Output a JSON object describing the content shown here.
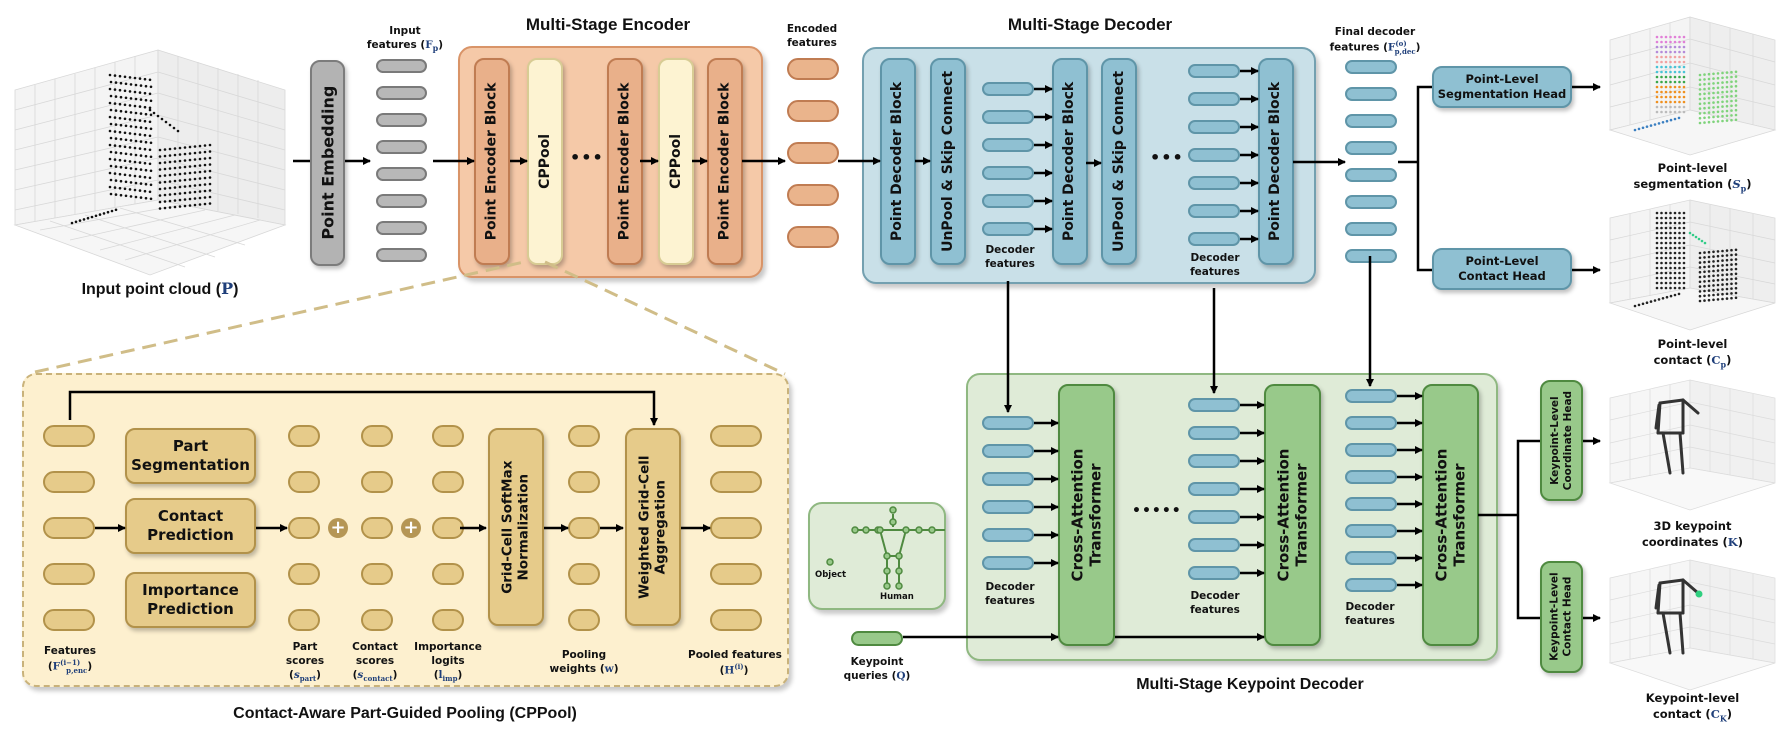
{
  "input": {
    "caption": "Input point cloud (",
    "caption_sym": "P",
    "caption_end": ")"
  },
  "point_embedding": {
    "label": "Point Embedding"
  },
  "input_features": {
    "line1": "Input",
    "line2": "features (",
    "sym": "F",
    "sub": "p",
    "end": ")"
  },
  "encoder": {
    "title": "Multi-Stage Encoder",
    "blocks": [
      {
        "label": "Point Encoder Block",
        "type": "encoder"
      },
      {
        "label": "CPPool",
        "type": "pool"
      },
      {
        "label": "Point Encoder Block",
        "type": "encoder"
      },
      {
        "label": "CPPool",
        "type": "pool"
      },
      {
        "label": "Point Encoder Block",
        "type": "encoder"
      }
    ],
    "ellipsis": "•••"
  },
  "encoded_features": {
    "line1": "Encoded",
    "line2": "features"
  },
  "decoder": {
    "title": "Multi-Stage Decoder",
    "blocks": [
      {
        "label": "Point Decoder Block"
      },
      {
        "label": "UnPool & Skip Connect"
      },
      {
        "label": "Point Decoder Block"
      },
      {
        "label": "UnPool & Skip Connect"
      },
      {
        "label": "Point Decoder Block"
      }
    ],
    "features_label_1": "Decoder",
    "features_label_2": "features",
    "ellipsis": "•••"
  },
  "final_features": {
    "line1": "Final decoder",
    "line2": "features (",
    "sym": "F",
    "sup": "(o)",
    "sub": "p,dec",
    "end": ")"
  },
  "heads": {
    "segmentation": {
      "line1": "Point-Level",
      "line2": "Segmentation Head"
    },
    "contact": {
      "line1": "Point-Level",
      "line2": "Contact Head"
    },
    "kp_coord": {
      "line1": "Keypoint-Level",
      "line2": "Coordinate Head"
    },
    "kp_contact": {
      "line1": "Keypoint-Level",
      "line2": "Contact Head"
    }
  },
  "outputs": {
    "segmentation": {
      "line1": "Point-level",
      "line2": "segmentation (",
      "sym": "S",
      "sub": "p",
      "end": ")"
    },
    "contact": {
      "line1": "Point-level",
      "line2": "contact (",
      "sym": "C",
      "sub": "p",
      "end": ")"
    },
    "keypoints": {
      "line1": "3D keypoint",
      "line2": "coordinates (",
      "sym": "K",
      "end": ")"
    },
    "kp_contact": {
      "line1": "Keypoint-level",
      "line2": "contact (",
      "sym": "C",
      "sub": "K",
      "end": ")"
    }
  },
  "keypoint_decoder": {
    "title": "Multi-Stage Keypoint Decoder",
    "transformer_line1": "Cross-Attention",
    "transformer_line2": "Transformer",
    "ellipsis": "•••••",
    "features_label_1": "Decoder",
    "features_label_2": "features",
    "skeleton": {
      "object_label": "Object",
      "human_label": "Human"
    },
    "queries": {
      "line1": "Keypoint",
      "line2": "queries (",
      "sym": "Q",
      "end": ")"
    }
  },
  "cppool": {
    "title": "Contact-Aware Part-Guided Pooling (CPPool)",
    "modules": [
      {
        "line1": "Part",
        "line2": "Segmentation"
      },
      {
        "line1": "Contact",
        "line2": "Prediction"
      },
      {
        "line1": "Importance",
        "line2": "Prediction"
      }
    ],
    "softmax": {
      "line1": "Grid-Cell SoftMax",
      "line2": "Normalization"
    },
    "aggregation": {
      "line1": "Weighted Grid-Cell",
      "line2": "Aggregation"
    },
    "labels": {
      "features": {
        "line1": "Features",
        "sym": "F",
        "sup": "(i−1)",
        "sub": "p,enc"
      },
      "part_scores": {
        "line1": "Part",
        "line2": "scores",
        "sym": "s",
        "sub": "part"
      },
      "contact_scores": {
        "line1": "Contact",
        "line2": "scores",
        "sym": "s",
        "sub": "contact"
      },
      "importance_logits": {
        "line1": "Importance",
        "line2": "logits",
        "sym": "l",
        "sub": "imp"
      },
      "pooling_weights": {
        "line1": "Pooling",
        "line2": "weights (",
        "sym": "w",
        "end": ")"
      },
      "pooled_features": {
        "line1": "Pooled features",
        "sym": "H",
        "sup": "(i)"
      }
    }
  },
  "colors": {
    "encoder_panel": "#f5c9a8",
    "encoder_block": "#e9b08a",
    "pool_block": "#fdf3d2",
    "decoder_panel": "#c9e0e8",
    "decoder_block": "#8fc0d2",
    "keypoint_panel": "#dfebd7",
    "transformer": "#98c98a",
    "cppool_panel": "#fdf0cf",
    "cppool_block": "#e6cb8a",
    "math": "#1f3f7a"
  }
}
